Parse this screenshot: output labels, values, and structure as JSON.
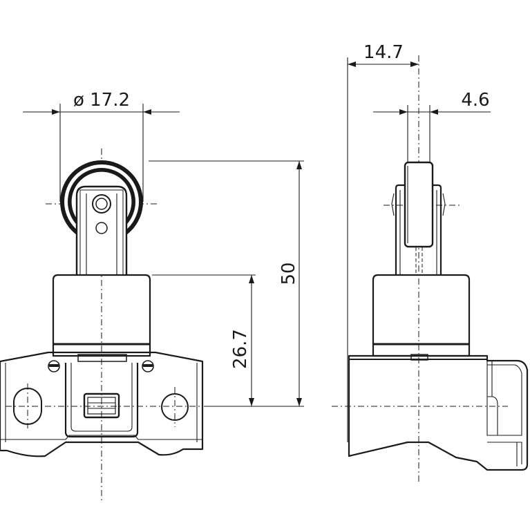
{
  "dimensions": {
    "roller_diameter": "ø 17.2",
    "overall_height": "50",
    "body_height": "26.7",
    "side_depth": "14.7",
    "roller_width": "4.6"
  }
}
